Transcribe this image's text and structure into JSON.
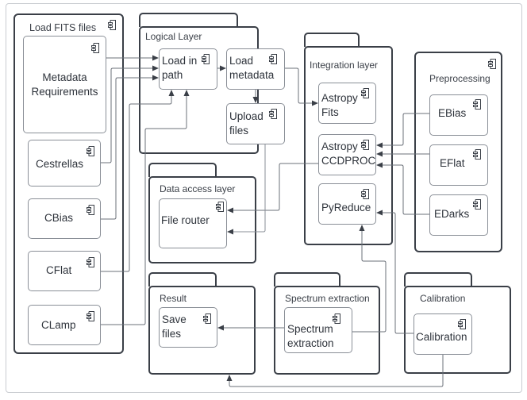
{
  "diagram": {
    "type": "UML component diagram",
    "containers": {
      "load_fits": {
        "title": "Load FITS files",
        "components": [
          "Metadata Requirements",
          "Cestrellas",
          "CBias",
          "CFlat",
          "CLamp"
        ]
      },
      "preprocessing": {
        "title": "Preprocessing",
        "components": [
          "EBias",
          "EFlat",
          "EDarks"
        ]
      }
    },
    "packages": {
      "logical": {
        "title": "Logical Layer",
        "components": [
          "Load in path",
          "Load metadata",
          "Upload files"
        ]
      },
      "integration": {
        "title": "Integration layer",
        "components": [
          "Astropy Fits",
          "Astropy CCDPROC",
          "PyReduce"
        ]
      },
      "data_access": {
        "title": "Data access layer",
        "components": [
          "File router"
        ]
      },
      "result": {
        "title": "Result",
        "components": [
          "Save files"
        ]
      },
      "spectrum": {
        "title": "Spectrum extraction",
        "components": [
          "Spectrum extraction"
        ]
      },
      "calibration": {
        "title": "Calibration",
        "components": [
          "Calibration"
        ]
      }
    },
    "labels": {
      "metadata_requirements": "Metadata\nRequirements",
      "cestrellas": "Cestrellas",
      "cbias": "CBias",
      "cflat": "CFlat",
      "clamp": "CLamp",
      "load_in_path": "Load in\npath",
      "load_metadata": "Load\nmetadata",
      "upload_files": "Upload\nfiles",
      "astropy_fits": "Astropy\nFits",
      "astropy_ccdproc": "Astropy\nCCDPROC",
      "pyreduce": "PyReduce",
      "ebias": "EBias",
      "eflat": "EFlat",
      "edarks": "EDarks",
      "file_router": "File router",
      "save_files": "Save\nfiles",
      "spectrum_extraction": "Spectrum\nextraction",
      "calibration": "Calibration"
    },
    "connections": [
      {
        "from": "Metadata Requirements",
        "to": "Load in path"
      },
      {
        "from": "Cestrellas",
        "to": "Load in path"
      },
      {
        "from": "CBias",
        "to": "Load in path"
      },
      {
        "from": "CFlat",
        "to": "Load in path"
      },
      {
        "from": "CLamp",
        "to": "Load in path"
      },
      {
        "from": "Load in path",
        "to": "Load metadata"
      },
      {
        "from": "Load metadata",
        "to": "Upload files"
      },
      {
        "from": "Load metadata",
        "to": "Astropy Fits"
      },
      {
        "from": "Astropy CCDPROC",
        "to": "File router"
      },
      {
        "from": "Upload files",
        "to": "File router"
      },
      {
        "from": "EBias",
        "to": "Astropy CCDPROC"
      },
      {
        "from": "EFlat",
        "to": "Astropy CCDPROC"
      },
      {
        "from": "EDarks",
        "to": "Astropy CCDPROC"
      },
      {
        "from": "Spectrum extraction",
        "to": "PyReduce"
      },
      {
        "from": "Calibration",
        "to": "PyReduce"
      },
      {
        "from": "Spectrum extraction",
        "to": "Save files"
      },
      {
        "from": "Calibration",
        "to": "Save files"
      }
    ],
    "colors": {
      "stroke": "#3a3f47",
      "component_border": "#8a8f97",
      "wire": "#6b7079",
      "text": "#2e333b"
    }
  }
}
